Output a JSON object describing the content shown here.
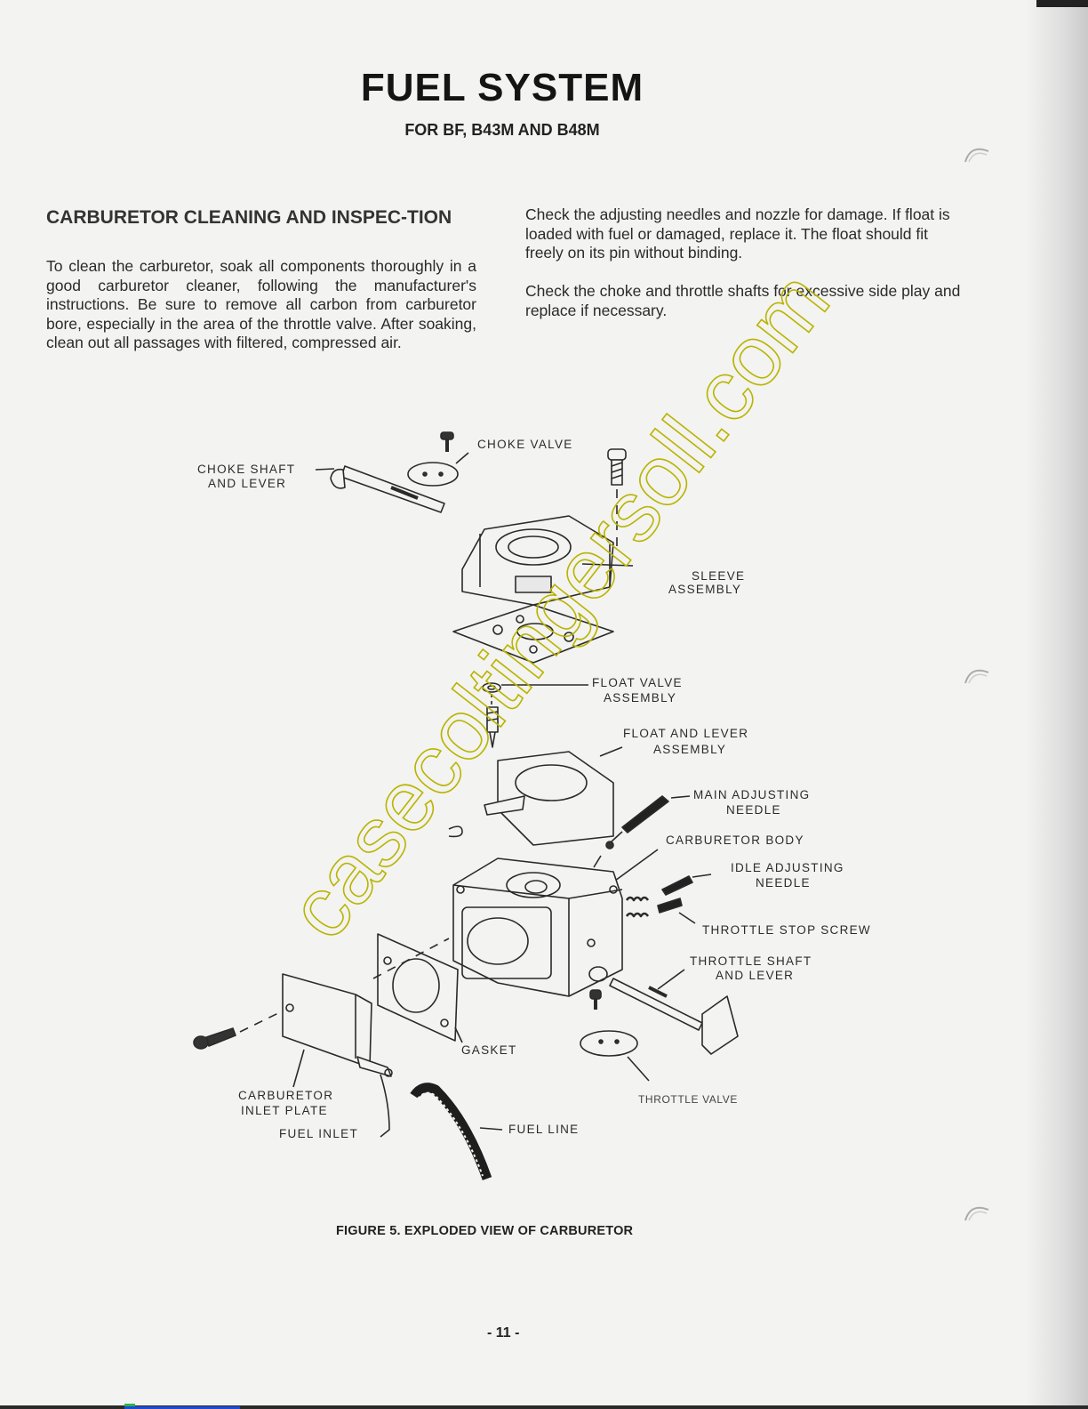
{
  "header": {
    "title": "FUEL SYSTEM",
    "subtitle": "FOR BF, B43M AND B48M"
  },
  "section": {
    "heading": "CARBURETOR CLEANING AND INSPEC-TION",
    "left_paragraph": "To clean the carburetor, soak all components thoroughly in a good carburetor cleaner, following the manufacturer's instructions. Be sure to remove all carbon from carburetor bore, especially in the area of the throttle valve. After soaking, clean out all passages with filtered, compressed air.",
    "right_paragraph_1": "Check the adjusting needles and nozzle for damage. If float is loaded with fuel or damaged, replace it. The float should fit freely on its pin without binding.",
    "right_paragraph_2": "Check the choke and throttle shafts for excessive side play and replace if necessary."
  },
  "figure": {
    "labels": {
      "choke_valve": "CHOKE VALVE",
      "choke_shaft_1": "CHOKE SHAFT",
      "choke_shaft_2": "AND LEVER",
      "sleeve_1": "SLEEVE",
      "sleeve_2": "ASSEMBLY",
      "float_valve_1": "FLOAT VALVE",
      "float_valve_2": "ASSEMBLY",
      "float_lever_1": "FLOAT AND LEVER",
      "float_lever_2": "ASSEMBLY",
      "main_needle_1": "MAIN ADJUSTING",
      "main_needle_2": "NEEDLE",
      "carb_body": "CARBURETOR BODY",
      "idle_needle_1": "IDLE ADJUSTING",
      "idle_needle_2": "NEEDLE",
      "throttle_stop": "THROTTLE STOP SCREW",
      "throttle_shaft_1": "THROTTLE SHAFT",
      "throttle_shaft_2": "AND LEVER",
      "gasket": "GASKET",
      "inlet_plate_1": "CARBURETOR",
      "inlet_plate_2": "INLET PLATE",
      "fuel_inlet": "FUEL INLET",
      "fuel_line": "FUEL LINE",
      "throttle_valve": "THROTTLE VALVE"
    },
    "watermark": "casecoltingersoll.com",
    "caption": "FIGURE 5.   EXPLODED VIEW OF CARBURETOR"
  },
  "footer": {
    "page_number": "- 11 -"
  }
}
